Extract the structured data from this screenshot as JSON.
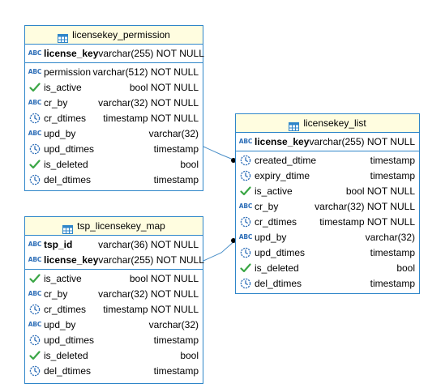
{
  "entities": {
    "licensekey_permission": {
      "title": "licensekey_permission",
      "keys": [
        {
          "name": "license_key",
          "type": "varchar(255) NOT NULL",
          "icon": "abc-text-icon"
        }
      ],
      "columns": [
        {
          "name": "permission",
          "type": "varchar(512) NOT NULL",
          "icon": "abc-text-icon"
        },
        {
          "name": "is_active",
          "type": "bool NOT NULL",
          "icon": "checkmark-icon"
        },
        {
          "name": "cr_by",
          "type": "varchar(32) NOT NULL",
          "icon": "abc-text-icon"
        },
        {
          "name": "cr_dtimes",
          "type": "timestamp NOT NULL",
          "icon": "clock-icon"
        },
        {
          "name": "upd_by",
          "type": "varchar(32)",
          "icon": "abc-text-icon"
        },
        {
          "name": "upd_dtimes",
          "type": "timestamp",
          "icon": "clock-icon"
        },
        {
          "name": "is_deleted",
          "type": "bool",
          "icon": "checkmark-icon"
        },
        {
          "name": "del_dtimes",
          "type": "timestamp",
          "icon": "clock-icon"
        }
      ]
    },
    "licensekey_list": {
      "title": "licensekey_list",
      "keys": [
        {
          "name": "license_key",
          "type": "varchar(255) NOT NULL",
          "icon": "abc-text-icon"
        }
      ],
      "columns": [
        {
          "name": "created_dtime",
          "type": "timestamp",
          "icon": "clock-icon"
        },
        {
          "name": "expiry_dtime",
          "type": "timestamp",
          "icon": "clock-icon"
        },
        {
          "name": "is_active",
          "type": "bool NOT NULL",
          "icon": "checkmark-icon"
        },
        {
          "name": "cr_by",
          "type": "varchar(32) NOT NULL",
          "icon": "abc-text-icon"
        },
        {
          "name": "cr_dtimes",
          "type": "timestamp NOT NULL",
          "icon": "clock-icon"
        },
        {
          "name": "upd_by",
          "type": "varchar(32)",
          "icon": "abc-text-icon"
        },
        {
          "name": "upd_dtimes",
          "type": "timestamp",
          "icon": "clock-icon"
        },
        {
          "name": "is_deleted",
          "type": "bool",
          "icon": "checkmark-icon"
        },
        {
          "name": "del_dtimes",
          "type": "timestamp",
          "icon": "clock-icon"
        }
      ]
    },
    "tsp_licensekey_map": {
      "title": "tsp_licensekey_map",
      "keys": [
        {
          "name": "tsp_id",
          "type": "varchar(36) NOT NULL",
          "icon": "abc-text-icon"
        },
        {
          "name": "license_key",
          "type": "varchar(255) NOT NULL",
          "icon": "abc-text-icon"
        }
      ],
      "columns": [
        {
          "name": "is_active",
          "type": "bool NOT NULL",
          "icon": "checkmark-icon"
        },
        {
          "name": "cr_by",
          "type": "varchar(32) NOT NULL",
          "icon": "abc-text-icon"
        },
        {
          "name": "cr_dtimes",
          "type": "timestamp NOT NULL",
          "icon": "clock-icon"
        },
        {
          "name": "upd_by",
          "type": "varchar(32)",
          "icon": "abc-text-icon"
        },
        {
          "name": "upd_dtimes",
          "type": "timestamp",
          "icon": "clock-icon"
        },
        {
          "name": "is_deleted",
          "type": "bool",
          "icon": "checkmark-icon"
        },
        {
          "name": "del_dtimes",
          "type": "timestamp",
          "icon": "clock-icon"
        }
      ]
    }
  },
  "relationships": [
    {
      "from": "licensekey_permission",
      "to": "licensekey_list"
    },
    {
      "from": "tsp_licensekey_map",
      "to": "licensekey_list"
    }
  ],
  "colors": {
    "border": "#2f86c9",
    "header_bg": "#fffde0",
    "abc_icon": "#2f6fb8",
    "check_icon": "#3aa645",
    "clock_icon": "#2f6fb8",
    "connector": "#4a8fc8"
  },
  "icon_labels": {
    "abc": "ABC"
  }
}
